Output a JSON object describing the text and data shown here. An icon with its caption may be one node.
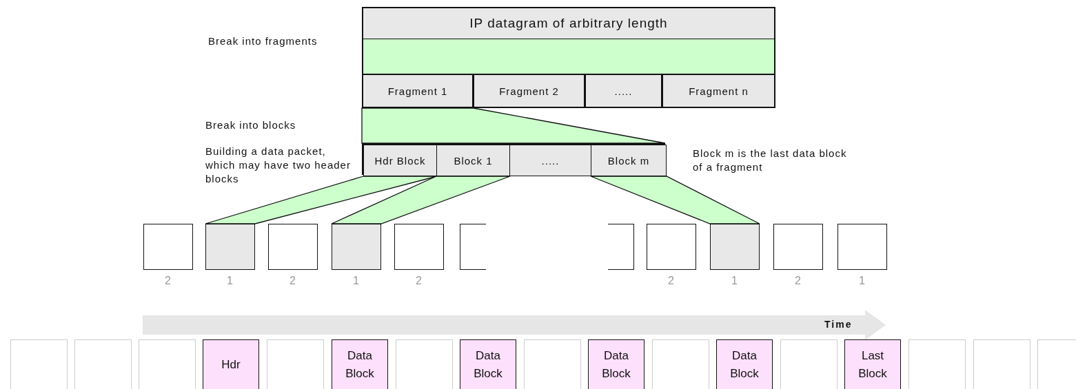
{
  "diagram": {
    "nodes": [
      {
        "text": [
          "IP datagram of arbitrary length"
        ]
      },
      {
        "text": [],
        "shape": "bar"
      },
      {
        "text": [
          "Fragment 1"
        ]
      },
      {
        "text": [
          "Fragment 2"
        ]
      },
      {
        "text": [
          "....."
        ]
      },
      {
        "text": [
          "Fragment n"
        ]
      },
      {
        "text": [],
        "shape": "box"
      },
      {
        "text": [
          "Hdr Block"
        ],
        "in": 6
      },
      {
        "text": [
          "Block 1"
        ],
        "in": 6
      },
      {
        "text": [
          "....."
        ],
        "in": 6
      },
      {
        "text": [
          "Block m"
        ],
        "in": 6
      },
      {
        "text": [],
        "shape": "box",
        "beside": [
          "2"
        ]
      },
      {
        "text": [],
        "shape": "box",
        "beside": [
          "1"
        ]
      },
      {
        "text": [],
        "shape": "box",
        "beside": [
          "2"
        ]
      },
      {
        "text": [],
        "shape": "box",
        "beside": [
          "1"
        ]
      },
      {
        "text": [],
        "shape": "box",
        "beside": [
          "2"
        ]
      },
      {
        "text": [],
        "shape": "box"
      },
      {
        "text": [],
        "shape": "box"
      },
      {
        "text": [],
        "shape": "box",
        "beside": [
          "2"
        ]
      },
      {
        "text": [],
        "shape": "box",
        "beside": [
          "1"
        ]
      },
      {
        "text": [],
        "shape": "box",
        "beside": [
          "2"
        ]
      },
      {
        "text": [],
        "shape": "box",
        "beside": [
          "1"
        ]
      },
      {
        "text": [],
        "shape": "box"
      },
      {
        "text": [],
        "shape": "box"
      },
      {
        "text": [],
        "shape": "box"
      },
      {
        "text": [
          "Hdr"
        ]
      },
      {
        "text": [],
        "shape": "box"
      },
      {
        "text": [
          "Data Block"
        ]
      },
      {
        "text": [],
        "shape": "box"
      },
      {
        "text": [
          "Data Block"
        ]
      },
      {
        "text": [],
        "shape": "box"
      },
      {
        "text": [
          "Data Block"
        ]
      },
      {
        "text": [],
        "shape": "box"
      },
      {
        "text": [
          "Data Block"
        ]
      },
      {
        "text": [],
        "shape": "box"
      },
      {
        "text": [
          "Last Block"
        ]
      },
      {
        "text": [],
        "shape": "box"
      },
      {
        "text": [],
        "shape": "box"
      },
      {
        "text": [],
        "shape": "box"
      }
    ],
    "edges": [
      {
        "from": 2,
        "to": 6,
        "arrow": "none"
      },
      {
        "from": 7,
        "to": 12,
        "arrow": "none"
      },
      {
        "from": 8,
        "to": 14,
        "arrow": "none"
      },
      {
        "from": 10,
        "to": 19,
        "arrow": "none"
      }
    ],
    "labels": [
      "Break into fragments",
      "Break into blocks",
      "Building a data packet, which may have two header blocks",
      "Block m is the last data block of a fragment",
      "Time"
    ]
  }
}
